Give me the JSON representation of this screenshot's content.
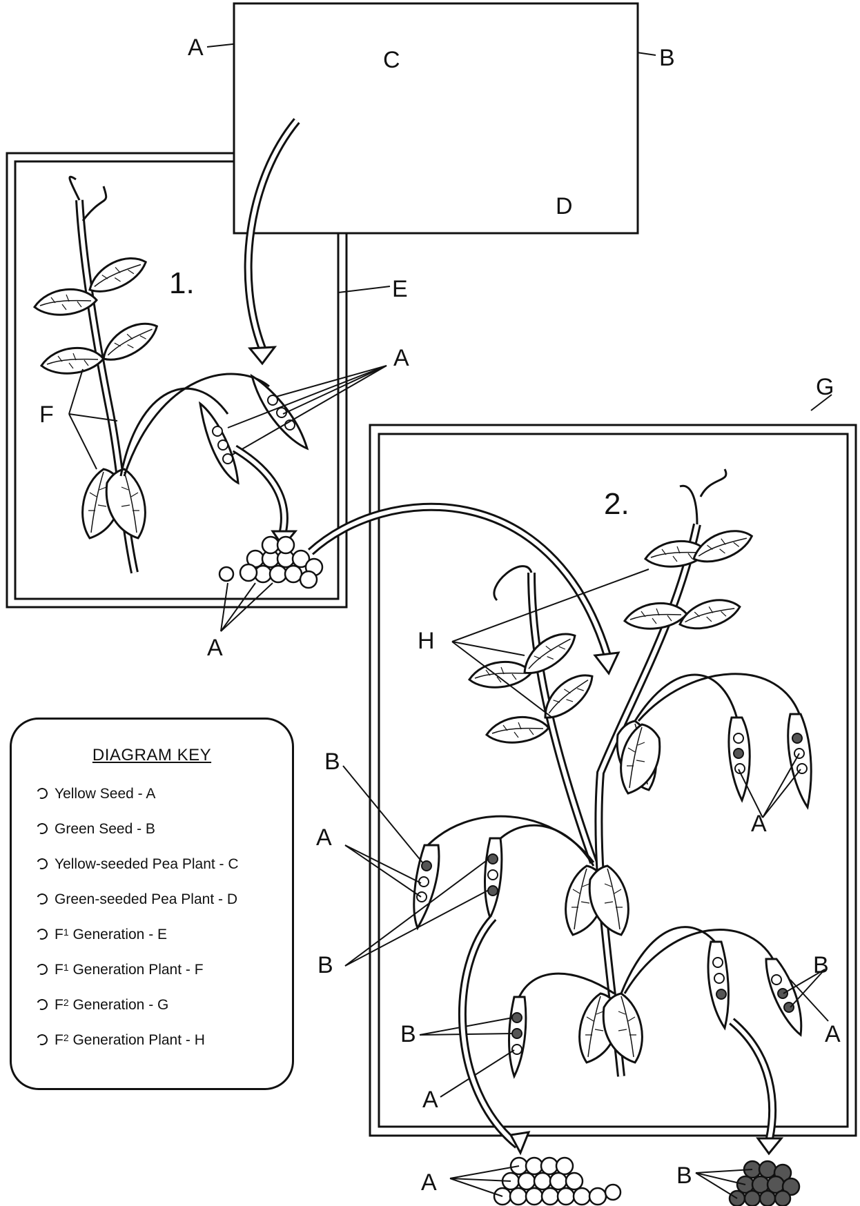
{
  "labels": {
    "A": "A",
    "B": "B",
    "C": "C",
    "D": "D",
    "E": "E",
    "F": "F",
    "G": "G",
    "H": "H"
  },
  "panel_numbers": {
    "one": "1.",
    "two": "2."
  },
  "key": {
    "title": "DIAGRAM KEY",
    "items": [
      {
        "prefix": "Yellow Seed - A",
        "sub": "",
        "suffix": ""
      },
      {
        "prefix": "Green Seed - B",
        "sub": "",
        "suffix": ""
      },
      {
        "prefix": "Yellow-seeded Pea Plant - C",
        "sub": "",
        "suffix": ""
      },
      {
        "prefix": "Green-seeded Pea Plant - D",
        "sub": "",
        "suffix": ""
      },
      {
        "prefix": "F",
        "sub": "1",
        "suffix": " Generation - E"
      },
      {
        "prefix": "F",
        "sub": "1",
        "suffix": " Generation Plant - F"
      },
      {
        "prefix": "F",
        "sub": "2",
        "suffix": " Generation - G"
      },
      {
        "prefix": "F",
        "sub": "2",
        "suffix": " Generation Plant - H"
      }
    ]
  },
  "colors": {
    "line": "#111111",
    "green_seed": "#555555",
    "yellow_seed": "#ffffff",
    "background": "#ffffff"
  }
}
